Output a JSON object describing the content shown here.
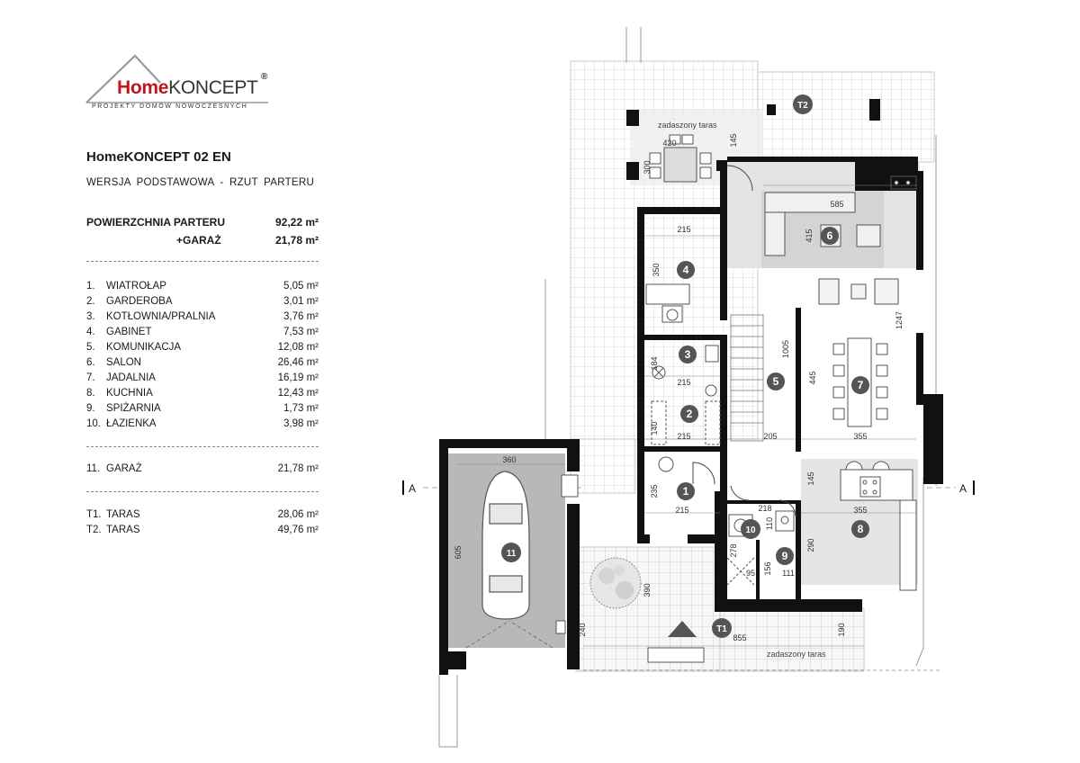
{
  "brand": {
    "home": "Home",
    "koncept": "KONCEPT",
    "reg": "®",
    "tagline": "PROJEKTY DOMÓW NOWOCZESNYCH"
  },
  "project": {
    "title": "HomeKONCEPT 02 EN",
    "subtitle": "WERSJA PODSTAWOWA - RZUT PARTERU"
  },
  "summary": {
    "ground_label": "POWIERZCHNIA PARTERU",
    "ground_value": "92,22 m²",
    "garage_label": "+GARAŻ",
    "garage_value": "21,78 m²"
  },
  "rooms": [
    {
      "num": "1.",
      "name": "WIATROŁAP",
      "area": "5,05 m²"
    },
    {
      "num": "2.",
      "name": "GARDEROBA",
      "area": "3,01 m²"
    },
    {
      "num": "3.",
      "name": "KOTŁOWNIA/PRALNIA",
      "area": "3,76 m²"
    },
    {
      "num": "4.",
      "name": "GABINET",
      "area": "7,53 m²"
    },
    {
      "num": "5.",
      "name": "KOMUNIKACJA",
      "area": "12,08 m²"
    },
    {
      "num": "6.",
      "name": "SALON",
      "area": "26,46 m²"
    },
    {
      "num": "7.",
      "name": "JADALNIA",
      "area": "16,19 m²"
    },
    {
      "num": "8.",
      "name": "KUCHNIA",
      "area": "12,43 m²"
    },
    {
      "num": "9.",
      "name": "SPIŻARNIA",
      "area": "1,73 m²"
    },
    {
      "num": "10.",
      "name": "ŁAZIENKA",
      "area": "3,98 m²"
    }
  ],
  "garage_room": {
    "num": "11.",
    "name": "GARAŻ",
    "area": "21,78 m²"
  },
  "terraces": [
    {
      "num": "T1.",
      "name": "TARAS",
      "area": "28,06 m²"
    },
    {
      "num": "T2.",
      "name": "TARAS",
      "area": "49,76 m²"
    }
  ],
  "plan": {
    "section_mark": "A",
    "covered_terrace": "zadaszony taras",
    "markers": [
      "1",
      "2",
      "3",
      "4",
      "5",
      "6",
      "7",
      "8",
      "9",
      "10",
      "11",
      "T1",
      "T2"
    ],
    "dims": [
      "420",
      "300",
      "145",
      "585",
      "415",
      "215",
      "350",
      "184",
      "215",
      "140",
      "215",
      "235",
      "215",
      "1005",
      "445",
      "205",
      "1247",
      "355",
      "145",
      "218",
      "110",
      "355",
      "278",
      "290",
      "156",
      "95",
      "111",
      "360",
      "605",
      "240",
      "390",
      "855",
      "190"
    ]
  }
}
